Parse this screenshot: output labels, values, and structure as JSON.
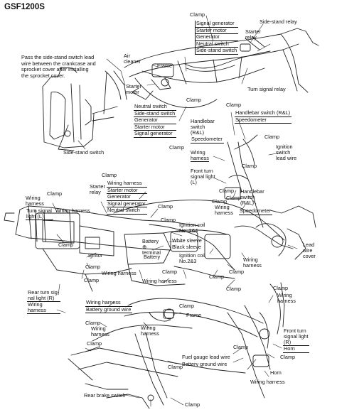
{
  "title": "GSF1200S",
  "note": "Pass the side-stand switch lead\nwire between the crankcase and\nsprocket cover after installing\nthe sprocket cover.",
  "labels": {
    "side_stand_switch": "Side-stand switch",
    "clamp_top": "Clamp",
    "side_stand_relay": "Side-stand relay",
    "air_cleaner": "Air\ncleaner",
    "frame_top": "Frame",
    "starter_relay_top": "Starter\nrelay",
    "starter_motor_top": "Starter\nmotor",
    "turn_signal_relay": "Turn signal relay",
    "clamp_mid1": "Clamp",
    "clamp_mid2": "Clamp",
    "handlebar_switch_rl_1": "Handlebar\nswitch\n(R&L)",
    "ignition_switch_lead": "Ignition\nswitch\nlead wire",
    "speedometer_1": "Speedometer",
    "wiring_harness_1": "Wiring\nharness",
    "clamp_fan": "Clamp",
    "front_turn_signal_light_l": "Front turn\nsignal light\n(L)",
    "clamp_mid3": "Clamp",
    "clamp_mid4": "Clamp",
    "clamp_mid5": "Clamp",
    "handlebar_switch_rl_2": "Handlebar\nswitch\n(R&L)",
    "clamp_left1": "Clamp",
    "wiring_harness_left1": "Wiring\nharness",
    "clamp_left2": "Clamp",
    "starter_relay_mid": "Starter\nrelay",
    "clamp_mid6": "Clamp",
    "clamp_mid7": "Clamp",
    "clamp_mid8": "Clamp",
    "wiring_harness_left2": "Wiring harness",
    "wiring_harness_mid1": "Wiring\nharness",
    "clamp_mid9": "Clamp",
    "ignition_coil_14": "Ignition coil\nNo. 1&4",
    "white_sleeve": "White sleeve",
    "black_sleeve": "Black sleeve",
    "ignition_coil_23": "Ignition coil\nNo.2&3",
    "lead_wire_cover": "Lead\nwire\ncover",
    "clamp_body": "Clamp",
    "ignitor": "Ignitor",
    "battery_terminal": "Battery\n⊕\nterminal",
    "battery": "Battery",
    "clamp_lower1": "Clamp",
    "wiring_harness_lower1": "Wiring harness",
    "clamp_lower2": "Clamp",
    "clamp_lower3": "Clamp",
    "wiring_harness_lower2": "Wiring harness",
    "clamp_lower4": "Clamp",
    "wiring_harness_lower3": "Wiring\nharness",
    "clamp_lower5": "Clamp",
    "clamp_lower6": "Clamp",
    "clamp_lower7": "Clamp",
    "wiring_harness_lower4": "Wiring\nharness",
    "clamp_lower8": "Clamp",
    "frame_bottom": "Frame",
    "wiring_harness_bottom1": "Wiring\nharness",
    "clamp_bottom1": "Clamp",
    "clamp_bottom2": "Clamp",
    "fuel_gauge_lead_wire": "Fuel gauge lead wire",
    "battery_ground_wire_b": "Battery ground wire",
    "clamp_bottom3": "Clamp",
    "horn": "Horn",
    "wiring_harness_bottom2": "Wiring harness",
    "clamp_bottom4": "Clamp",
    "rear_brake_switch": "Rear brake switch",
    "clamp_bottom5": "Clamp",
    "clamp_bottom6": "Clamp"
  },
  "lists": {
    "top": [
      "Signal generator",
      "Starter motor",
      "Generator",
      "Neutral switch",
      "Side-stand switch"
    ],
    "mid_left": [
      "Neutral switch",
      "Side-stand switch",
      "Generator",
      "Starter motor",
      "Signal generator"
    ],
    "handlebar": [
      "Handlebar switch (R&L)",
      "Speedometer"
    ],
    "speedo_wh": [
      "Speedometer",
      "Wiring harness"
    ],
    "relay_stack": [
      "Wiring harness",
      "Starter motor",
      "Generator",
      "Signal generator",
      "Neutral switch"
    ],
    "turn_signal_rear": [
      "Turn signal light (L)"
    ],
    "ftsl_r": [
      "Wiring harness",
      "Speedometer"
    ],
    "rear_turn": [
      "Rear turn sig-nal light (R)",
      "Wiring harness"
    ],
    "battery_wires": [
      "Wiring harness",
      "Battery ground wire"
    ],
    "front_turn_r": [
      "Front turn signal light (R)",
      "Horn"
    ]
  }
}
